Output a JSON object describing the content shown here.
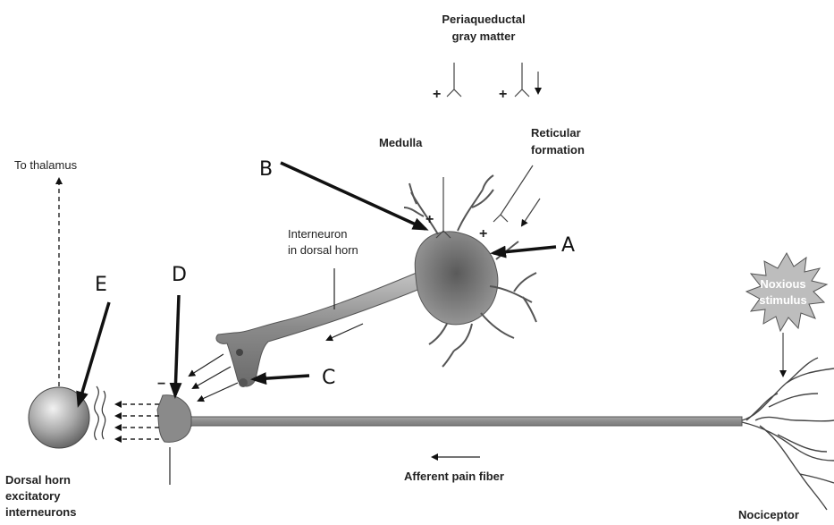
{
  "labels": {
    "pag_line1": "Periaqueductal",
    "pag_line2": "gray matter",
    "medulla": "Medulla",
    "reticular_line1": "Reticular",
    "reticular_line2": "formation",
    "to_thalamus": "To thalamus",
    "interneuron_line1": "Interneuron",
    "interneuron_line2": "in dorsal horn",
    "noxious_line1": "Noxious",
    "noxious_line2": "stimulus",
    "afferent": "Afferent pain fiber",
    "dorsal_line1": "Dorsal horn",
    "dorsal_line2": "excitatory",
    "dorsal_line3": "interneurons",
    "nociceptor": "Nociceptor"
  },
  "letters": {
    "a": "A",
    "b": "B",
    "c": "C",
    "d": "D",
    "e": "E"
  },
  "signs": {
    "plus": "+",
    "minus": "−"
  },
  "colors": {
    "neuron_fill": "#8a8a8a",
    "neuron_dark": "#5a5a5a",
    "axon_fill": "#9a9a9a",
    "arrow": "#111111",
    "sphere_light": "#e8e8e8",
    "sphere_dark": "#6a6a6a"
  }
}
